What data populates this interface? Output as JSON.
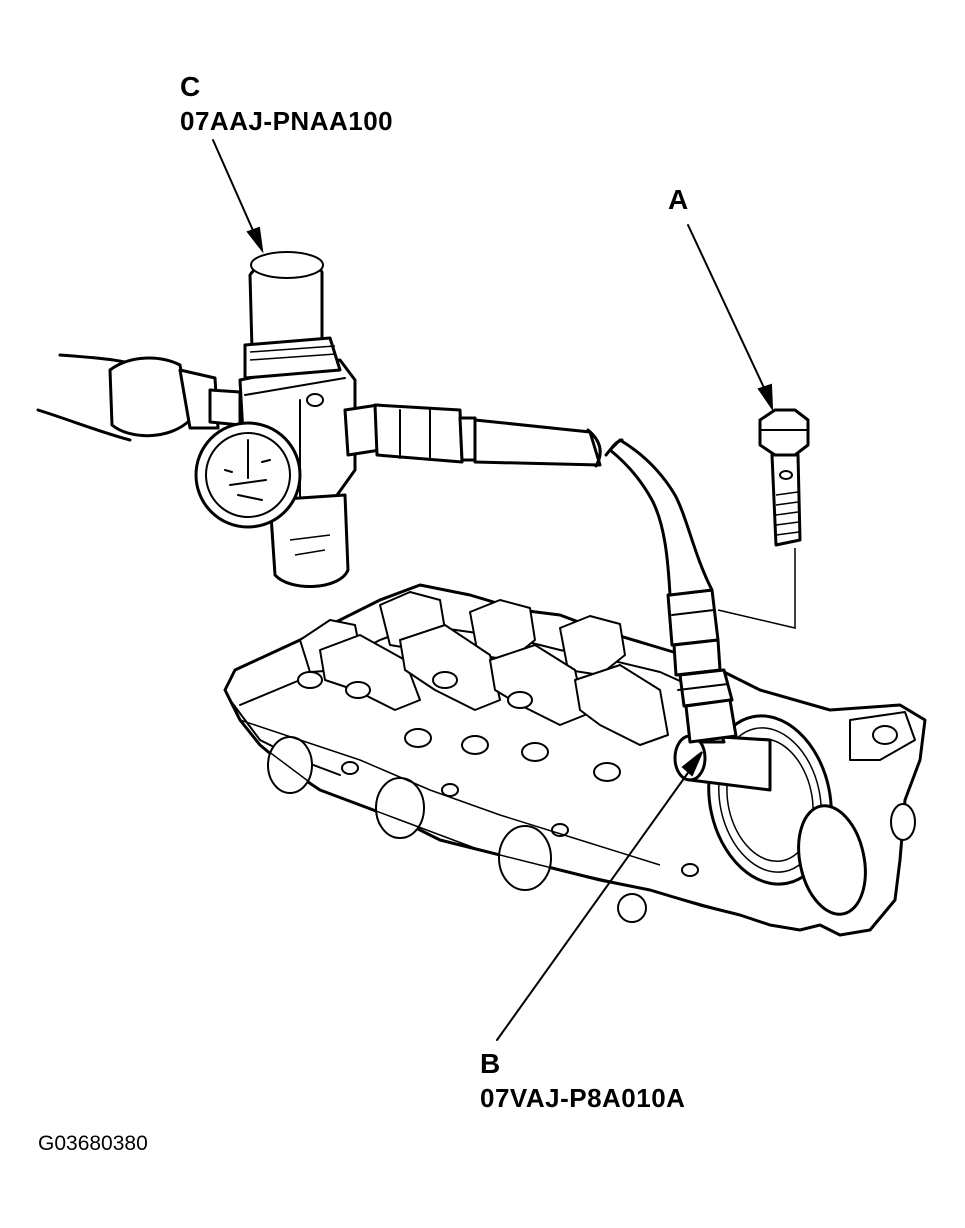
{
  "labels": {
    "c_letter": "C",
    "c_part": "07AAJ-PNAA100",
    "a_letter": "A",
    "b_letter": "B",
    "b_part": "07VAJ-P8A010A"
  },
  "figure_code": "G03680380"
}
